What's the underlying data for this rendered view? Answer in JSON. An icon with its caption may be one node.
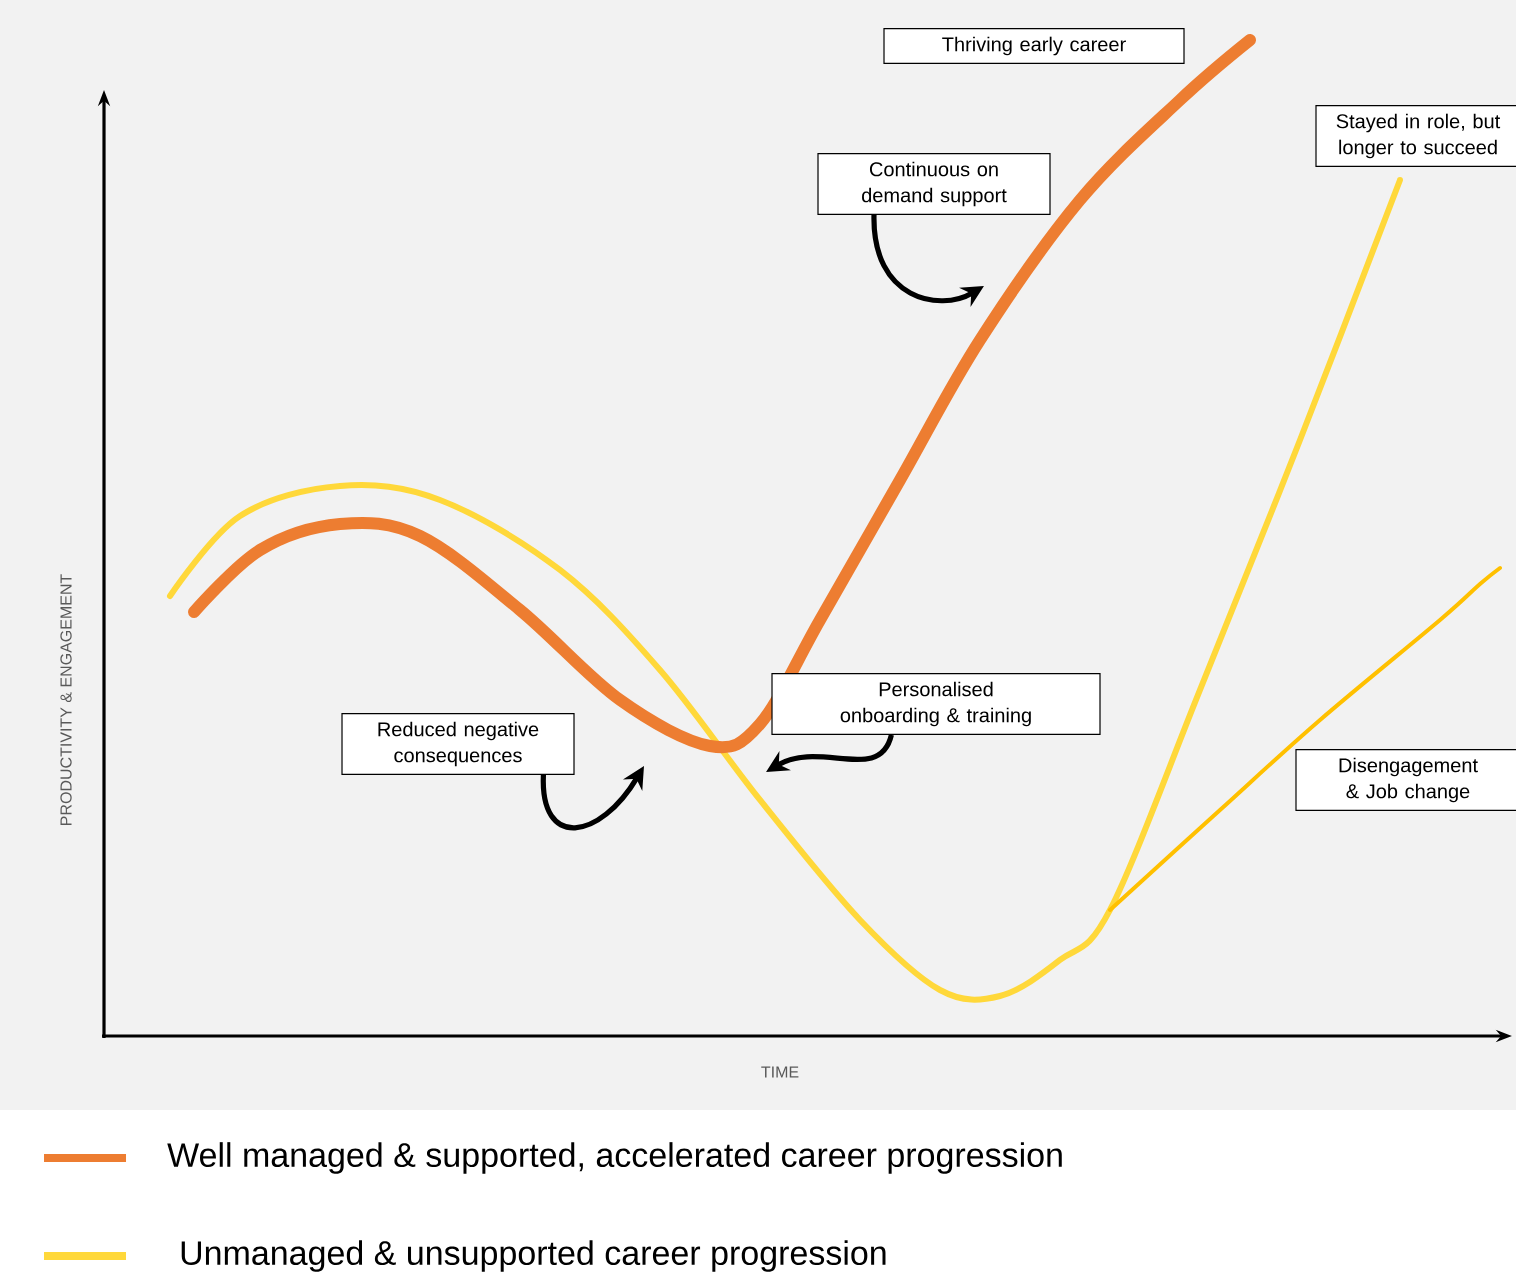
{
  "diagram": {
    "nodes": [
      {
        "text": [
          "Thriving early career"
        ]
      },
      {
        "text": [
          "Continuous on demand support"
        ]
      },
      {
        "text": [
          "Stayed in role, but longer to succeed"
        ]
      },
      {
        "text": [
          "Personalised onboarding & training"
        ]
      },
      {
        "text": [
          "Reduced negative consequences"
        ]
      },
      {
        "text": [
          "Disengagement & Job change"
        ]
      }
    ],
    "edges": [
      {
        "from": 1,
        "to": null,
        "arrow": "to"
      },
      {
        "from": 4,
        "to": null,
        "arrow": "to"
      },
      {
        "from": 3,
        "to": null,
        "arrow": "to"
      }
    ],
    "labels": [
      "TIME",
      "PRODUCTIVITY & ENGAGEMENT"
    ],
    "legend": [
      {
        "text": "Well managed & supported, accelerated career progression",
        "color": "#ed7d31"
      },
      {
        "text": "Unmanaged & unsupported career progression",
        "color": "#ffd83a"
      }
    ]
  }
}
